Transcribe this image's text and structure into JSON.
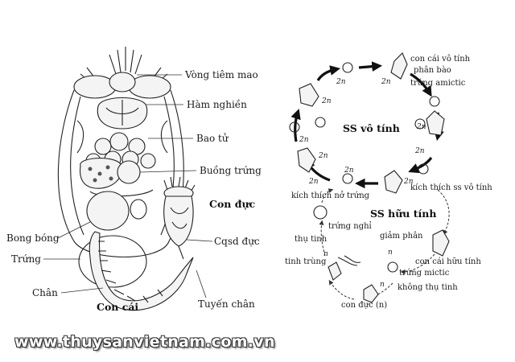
{
  "anatomy": {
    "labels": {
      "vong_tiem_mao": "Vòng tiêm mao",
      "ham_nghien": "Hàm nghiền",
      "bao_tu": "Bao tử",
      "buong_trung": "Buồng trứng",
      "con_duc": "Con đực",
      "bong_bong": "Bong bóng",
      "cqsd_duc": "Cqsd đực",
      "trung": "Trứng",
      "chan": "Chân",
      "con_cai": "Con cái",
      "tuyen_chan": "Tuyến chân"
    }
  },
  "cycle": {
    "asexual_title": "SS vô tính",
    "sexual_title": "SS hữu tính",
    "ploidy_2n": "2n",
    "ploidy_n": "n",
    "labels": {
      "con_cai_vo_tinh": "con cái vô tính",
      "phan_bao": "phân bào",
      "trung_amictic": "trứng amictic",
      "kich_thich_ss_vo_tinh": "kích thích ss vô tính",
      "kich_thich_no_trung": "kích thích nở trứng",
      "trung_nghi": "trứng nghỉ",
      "giam_phan": "giảm phân",
      "thu_tinh": "thụ tinh",
      "tinh_trung": "tinh trùng",
      "con_cai_huu_tinh": "con cái hữu tính",
      "trung_mictic": "trứng mictic",
      "khong_thu_tinh": "không thụ tinh",
      "con_duc_n": "con đực (n)"
    }
  },
  "website": "www.thuysanvietnam.com.vn"
}
